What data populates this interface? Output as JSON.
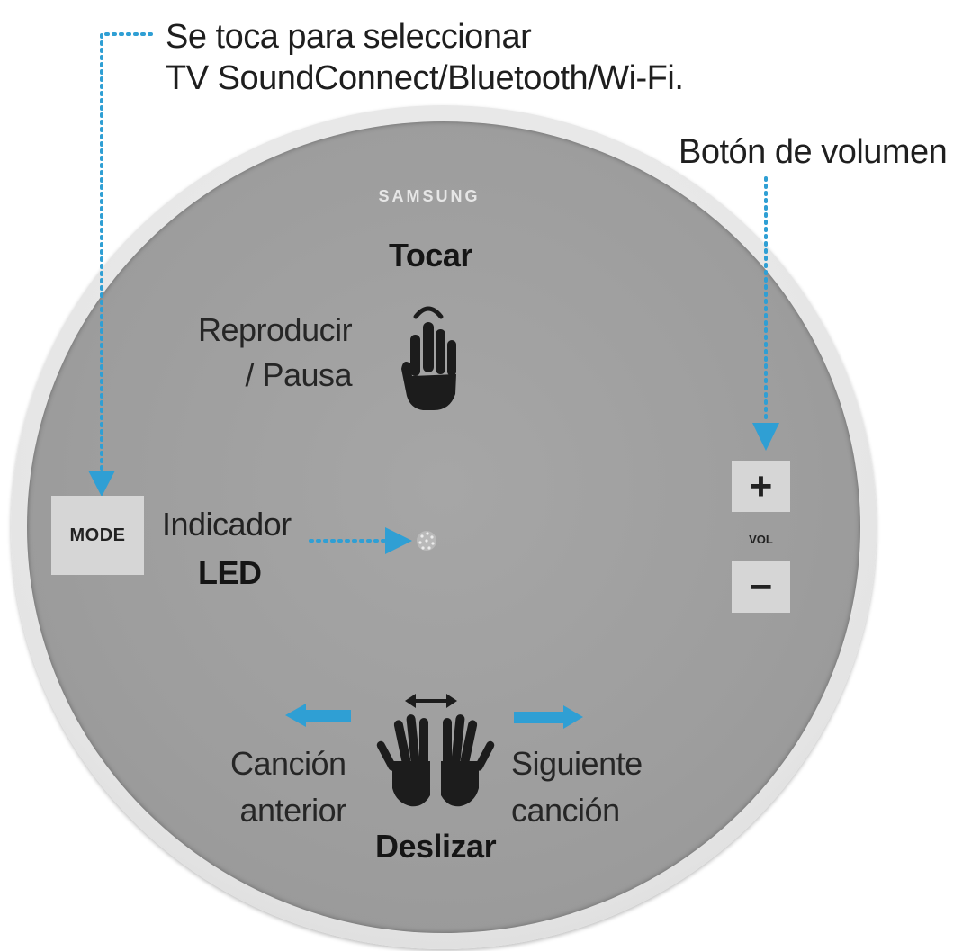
{
  "annotations": {
    "mode_hint_line1": "Se toca para seleccionar",
    "mode_hint_line2": "TV SoundConnect/Bluetooth/Wi-Fi.",
    "volume_hint": "Botón de volumen"
  },
  "device": {
    "brand": "SAMSUNG",
    "tap": {
      "title": "Tocar",
      "action_line1": "Reproducir",
      "action_line2": "/ Pausa"
    },
    "mode_button": "MODE",
    "led": {
      "line1": "Indicador",
      "line2": "LED"
    },
    "volume": {
      "plus": "+",
      "minus": "−",
      "label": "VOL"
    },
    "swipe": {
      "title": "Deslizar",
      "prev_line1": "Canción",
      "prev_line2": "anterior",
      "next_line1": "Siguiente",
      "next_line2": "canción"
    }
  },
  "colors": {
    "arrow": "#2f9fd4",
    "face": "#9d9d9d",
    "rim": "#e4e4e4",
    "key": "#d6d6d6",
    "hand": "#1c1c1c"
  }
}
